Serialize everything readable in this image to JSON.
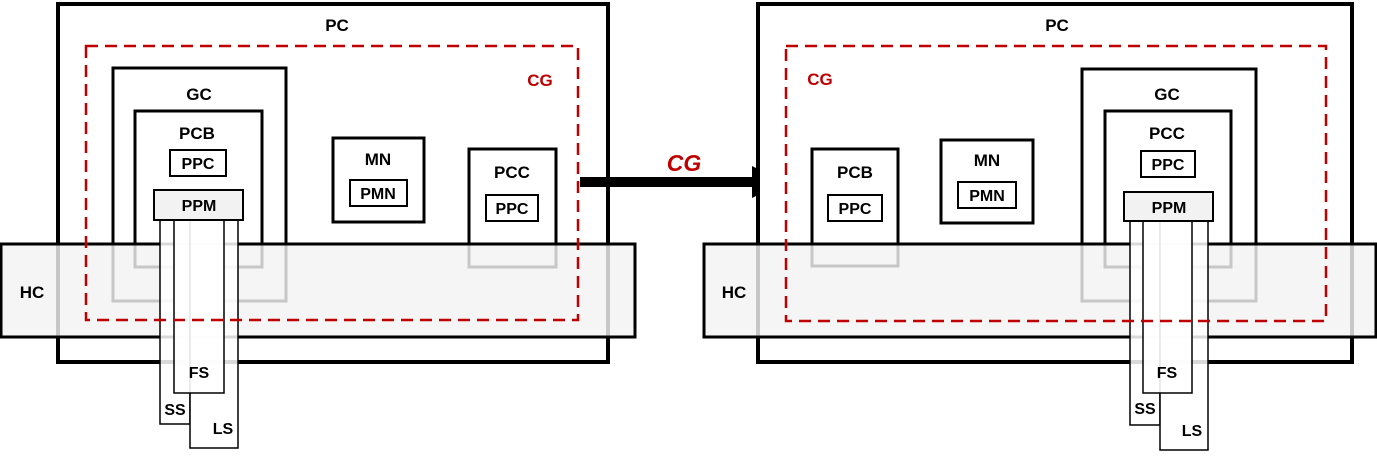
{
  "colors": {
    "cg_red": "#c00000",
    "stroke": "#000000",
    "band_fill": "#f5f5f5"
  },
  "before": {
    "pc": "PC",
    "cg": "CG",
    "gc": "GC",
    "pcb": "PCB",
    "pcb_ppc": "PPC",
    "ppm": "PPM",
    "mn": "MN",
    "pmn": "PMN",
    "pcc": "PCC",
    "pcc_ppc": "PPC",
    "hc": "HC",
    "fs": "FS",
    "ss": "SS",
    "ls": "LS"
  },
  "transition": {
    "label": "CG"
  },
  "after": {
    "pc": "PC",
    "cg": "CG",
    "pcb": "PCB",
    "pcb_ppc": "PPC",
    "mn": "MN",
    "pmn": "PMN",
    "gc": "GC",
    "pcc": "PCC",
    "pcc_ppc": "PPC",
    "ppm": "PPM",
    "hc": "HC",
    "fs": "FS",
    "ss": "SS",
    "ls": "LS"
  }
}
